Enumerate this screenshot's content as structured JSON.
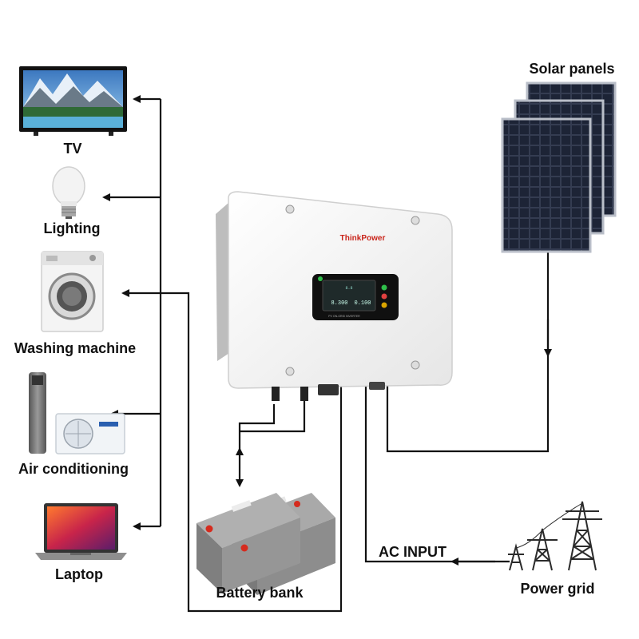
{
  "labels": {
    "tv": "TV",
    "lighting": "Lighting",
    "washing_machine": "Washing machine",
    "air_conditioning": "Air conditioning",
    "laptop": "Laptop",
    "solar_panels": "Solar panels",
    "battery_bank": "Battery bank",
    "ac_input": "AC INPUT",
    "power_grid": "Power grid"
  },
  "inverter": {
    "brand": "ThinkPower",
    "screen_line1": "PV ON-GRID INVERTER",
    "screen_value1": "8.8",
    "screen_value2": "8.300",
    "screen_value3": "0.100"
  },
  "colors": {
    "line": "#111111",
    "inverter_body": "#f6f6f6",
    "panel_dark": "#1c2333",
    "battery_body": "#9a9a9a",
    "battery_terminal": "#d52b1e",
    "brand_red": "#c9251b"
  }
}
